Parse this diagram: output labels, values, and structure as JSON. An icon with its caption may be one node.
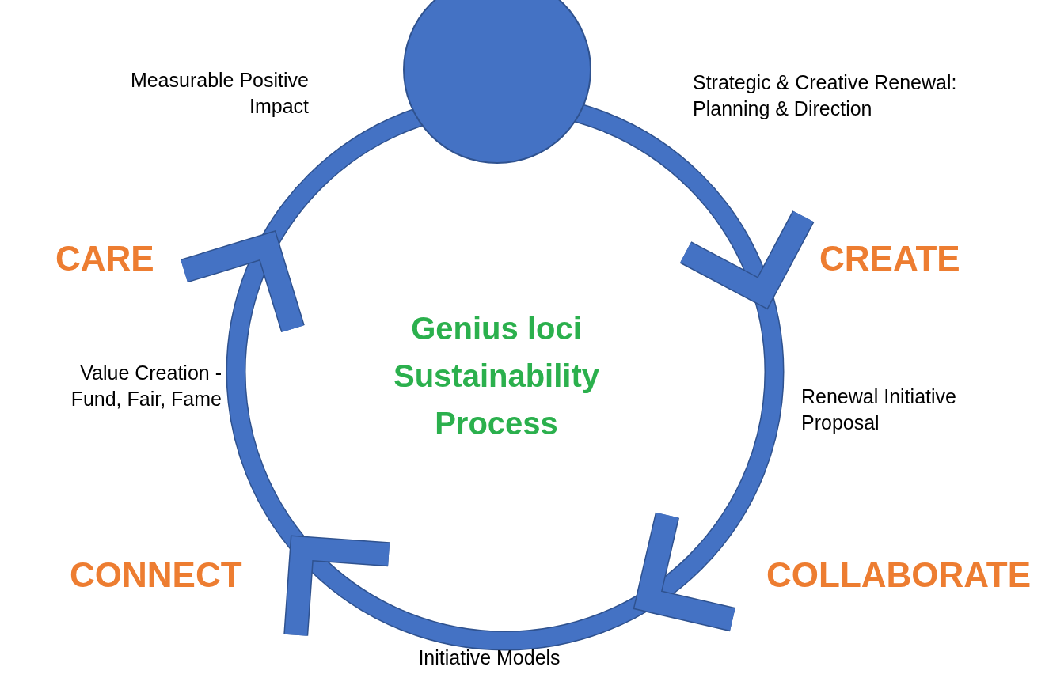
{
  "diagram": {
    "title": "Genius loci Sustainability Process",
    "nodes": [
      {
        "text": [],
        "shape": "circle"
      }
    ],
    "labels": [
      "Measurable Positive Impact",
      "Strategic & Creative Renewal: Planning & Direction",
      "CARE",
      "CREATE",
      "Value Creation - Fund, Fair, Fame",
      "Renewal Initiative Proposal",
      "CONNECT",
      "COLLABORATE",
      "Initiative Models"
    ]
  }
}
